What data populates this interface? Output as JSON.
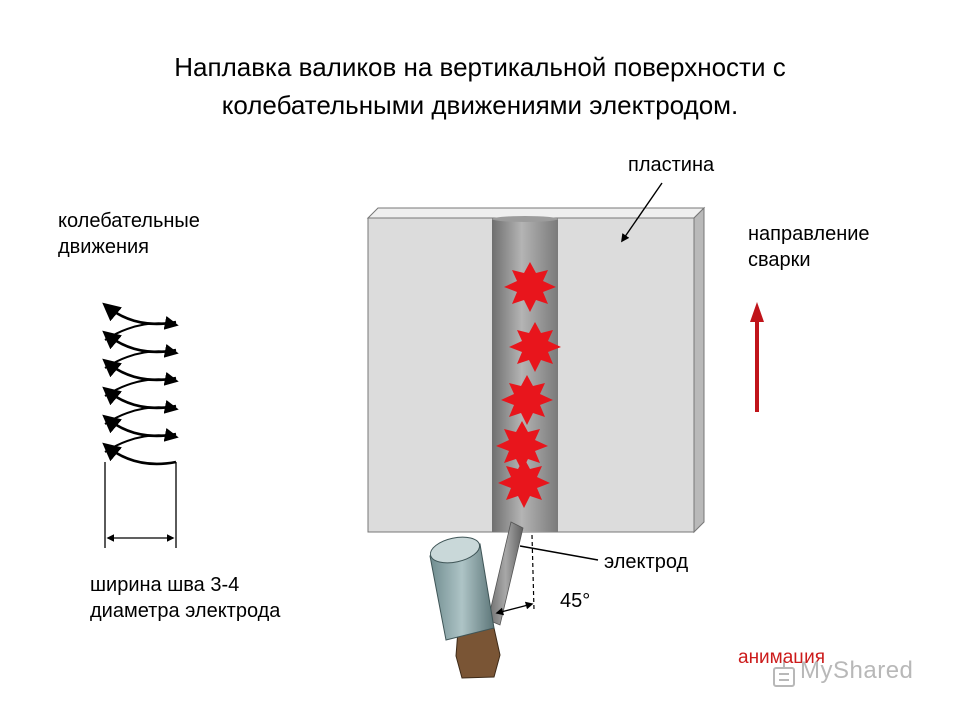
{
  "title": {
    "line1": "Наплавка валиков на вертикальной поверхности с",
    "line2": "колебательными движениями электродом."
  },
  "labels": {
    "plate": "пластина",
    "oscillation_line1": "колебательные",
    "oscillation_line2": "движения",
    "direction_line1": "направление",
    "direction_line2": "сварки",
    "electrode": "электрод",
    "angle": "45°",
    "width_line1": "ширина шва 3-4",
    "width_line2": "диаметра электрода",
    "animation": "анимация"
  },
  "watermark": "MyShared",
  "colors": {
    "arrow_red": "#c0141a",
    "spark_red": "#e8151c",
    "plate_gray": "#d8d8d8",
    "seam_gray": "#8f8f8f"
  }
}
